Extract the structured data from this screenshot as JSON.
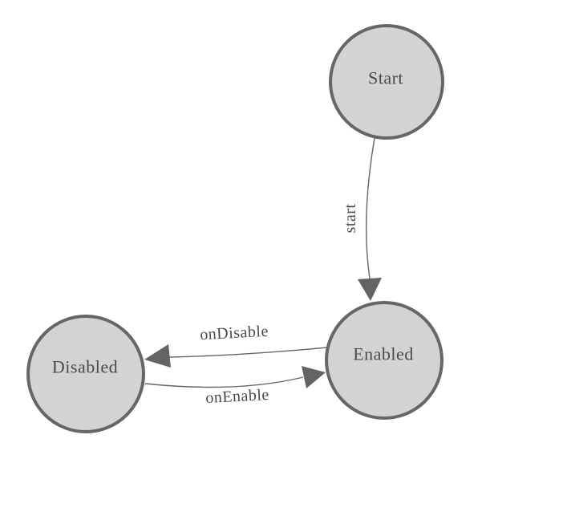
{
  "diagram": {
    "type": "state-machine-graph",
    "nodes": [
      {
        "id": "start",
        "label": "Start"
      },
      {
        "id": "enabled",
        "label": "Enabled"
      },
      {
        "id": "disabled",
        "label": "Disabled"
      }
    ],
    "edges": [
      {
        "id": "start-transition",
        "label": "start",
        "from": "start",
        "to": "enabled"
      },
      {
        "id": "on-disable",
        "label": "onDisable",
        "from": "enabled",
        "to": "disabled"
      },
      {
        "id": "on-enable",
        "label": "onEnable",
        "from": "disabled",
        "to": "enabled"
      }
    ],
    "colors": {
      "background": "#ffffff",
      "node_fill": "#d3d3d3",
      "node_stroke": "#666666",
      "edge_stroke": "#666666",
      "arrow_fill": "#636363",
      "label_text": "#4a4a4a"
    }
  }
}
